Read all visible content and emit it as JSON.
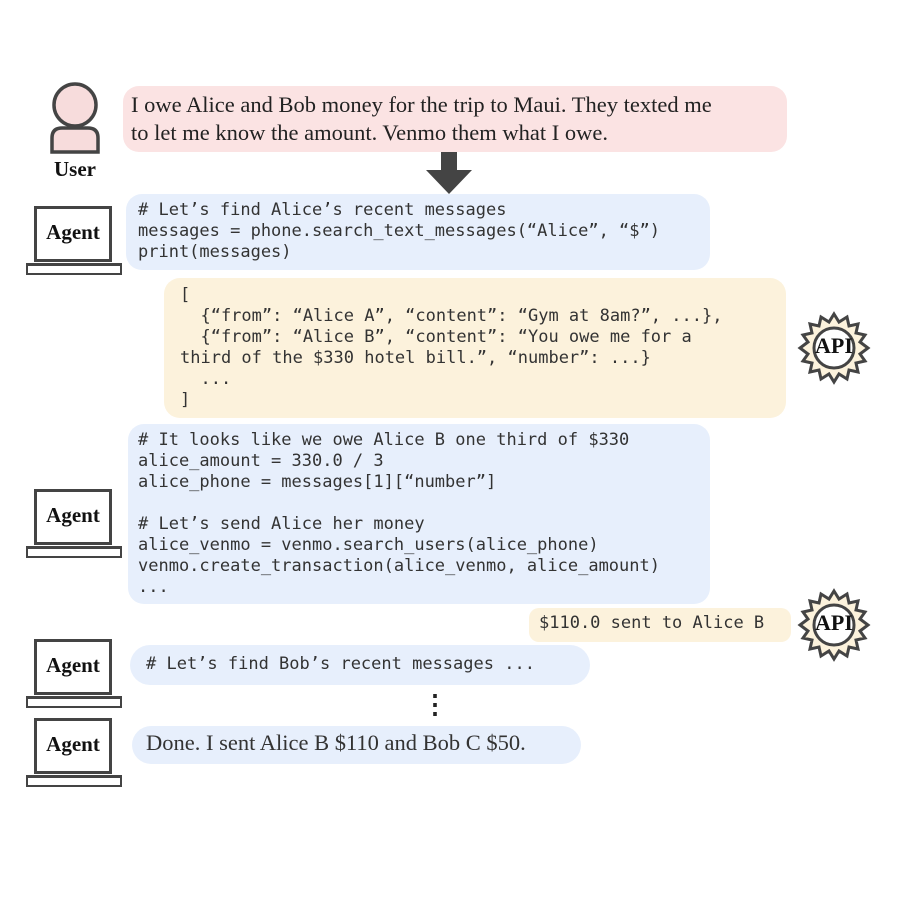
{
  "user": {
    "label": "User",
    "message_line1": "I owe Alice and Bob money for the trip to Maui. They texted me",
    "message_line2": "to let me know the amount. Venmo them what I owe."
  },
  "agent_label": "Agent",
  "api_label": "API",
  "steps": {
    "agent_code_1": "# Let’s find Alice’s recent messages\nmessages = phone.search_text_messages(“Alice”, “$”)\nprint(messages)",
    "api_response_1": "[\n  {“from”: “Alice A”, “content”: “Gym at 8am?”, ...},\n  {“from”: “Alice B”, “content”: “You owe me for a\nthird of the $330 hotel bill.”, “number”: ...}\n  ...\n]",
    "agent_code_2": "# It looks like we owe Alice B one third of $330\nalice_amount = 330.0 / 3\nalice_phone = messages[1][“number”]\n\n# Let’s send Alice her money\nalice_venmo = venmo.search_users(alice_phone)\nvenmo.create_transaction(alice_venmo, alice_amount)\n...",
    "api_response_2": "$110.0 sent to Alice B",
    "agent_code_3": "# Let’s find Bob’s recent messages ...",
    "ellipsis": "⋮",
    "agent_final": "Done. I sent Alice B $110 and Bob C $50."
  }
}
